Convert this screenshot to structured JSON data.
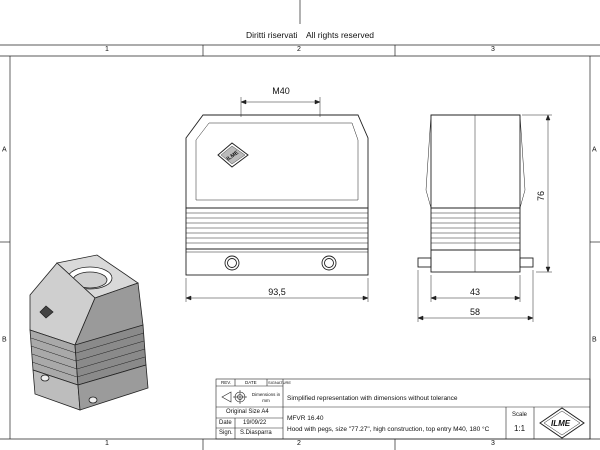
{
  "header": {
    "rights_it": "Diritti riservati",
    "rights_en": "All rights reserved"
  },
  "zones": {
    "columns": [
      "1",
      "2",
      "3"
    ],
    "rows": [
      "A",
      "B"
    ]
  },
  "logo_text": "ILME",
  "dimensions": {
    "thread": "M40",
    "width_front": "93,5",
    "height_side": "76",
    "width_side_body": "43",
    "width_side_total": "58"
  },
  "title_block": {
    "rev_label": "REV.",
    "date_label": "DATE",
    "signature_label": "SIGNATURE",
    "dimensions_label": "Dimensions in mm",
    "original_size": "Original Size A4",
    "date_row_label": "Date",
    "date_value": "19/09/22",
    "sign_label": "Sign.",
    "sign_value": "S.Diasparra",
    "note": "Simplified representation with dimensions without tolerance",
    "code": "MFVR 16.40",
    "description": "Hood with pegs, size \"77.27\", high construction, top entry M40, 180 °C",
    "scale_label": "Scale",
    "scale_value": "1:1"
  }
}
